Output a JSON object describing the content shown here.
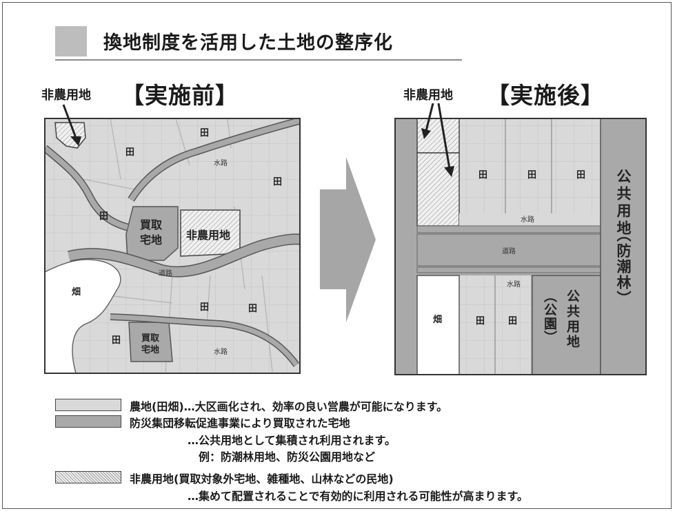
{
  "title": "換地制度を活用した土地の整序化",
  "before": {
    "heading": "【実施前】",
    "callout": "非農用地",
    "labels": {
      "ta": "田",
      "water": "水路",
      "road": "道路",
      "hata": "畑",
      "purchased": "買取宅地",
      "nonfarm": "非農用地"
    }
  },
  "after": {
    "heading": "【実施後】",
    "callout": "非農用地",
    "labels": {
      "ta": "田",
      "water": "水路",
      "road": "道路",
      "hata": "畑",
      "public_forest_a": "公共用地",
      "public_forest_b": "（防潮林）",
      "public_park_a": "公共用地",
      "public_park_b": "（公園）"
    }
  },
  "legend": {
    "farm": "農地(田畑)…大区画化され、効率の良い営農が可能になります。",
    "purchased": "防災集団移転促進事業により買取された宅地",
    "purchased_sub1": "…公共用地として集積され利用されます。",
    "purchased_sub2": "例：防潮林用地、防災公園用地など",
    "nonfarm": "非農用地(買取対象外宅地、雑種地、山林などの民地)",
    "nonfarm_sub": "…集めて配置されることで有効的に利用される可能性が高まります。"
  },
  "colors": {
    "farm": "#d9d9d9",
    "purchased": "#a9a9a9",
    "nonfarm_hatch": "#e8e8e8",
    "hata": "#ffffff",
    "arrow": "#a6a6a6"
  }
}
